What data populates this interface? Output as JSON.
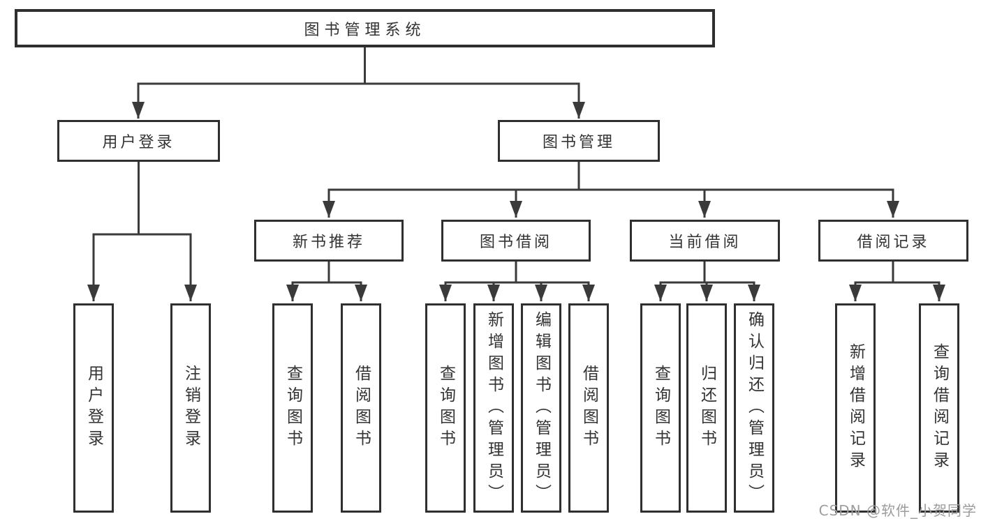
{
  "diagram": {
    "title": "图书管理系统",
    "root": {
      "label": "图书管理系统"
    },
    "level2": {
      "user_login": {
        "label": "用户登录"
      },
      "book_management": {
        "label": "图书管理"
      }
    },
    "level3": {
      "new_book_recommend": {
        "label": "新书推荐"
      },
      "book_borrowing": {
        "label": "图书借阅"
      },
      "current_borrowing": {
        "label": "当前借阅"
      },
      "borrowing_records": {
        "label": "借阅记录"
      }
    },
    "leaves": {
      "user_login": [
        "用户登录",
        "注销登录"
      ],
      "new_book_recommend": [
        "查询图书",
        "借阅图书"
      ],
      "book_borrowing": [
        "查询图书",
        "新增图书（管理员）",
        "编辑图书（管理员）",
        "借阅图书"
      ],
      "current_borrowing": [
        "查询图书",
        "归还图书",
        "确认归还（管理员）"
      ],
      "borrowing_records": [
        "新增借阅记录",
        "查询借阅记录"
      ]
    },
    "colors": {
      "border": "#2f2f2f",
      "line": "#3a3a3a",
      "text": "#333333",
      "watermark_text": "#9c9c9c",
      "background": "#ffffff"
    }
  },
  "page": {
    "watermark": "CSDN @软件_小贺同学"
  }
}
